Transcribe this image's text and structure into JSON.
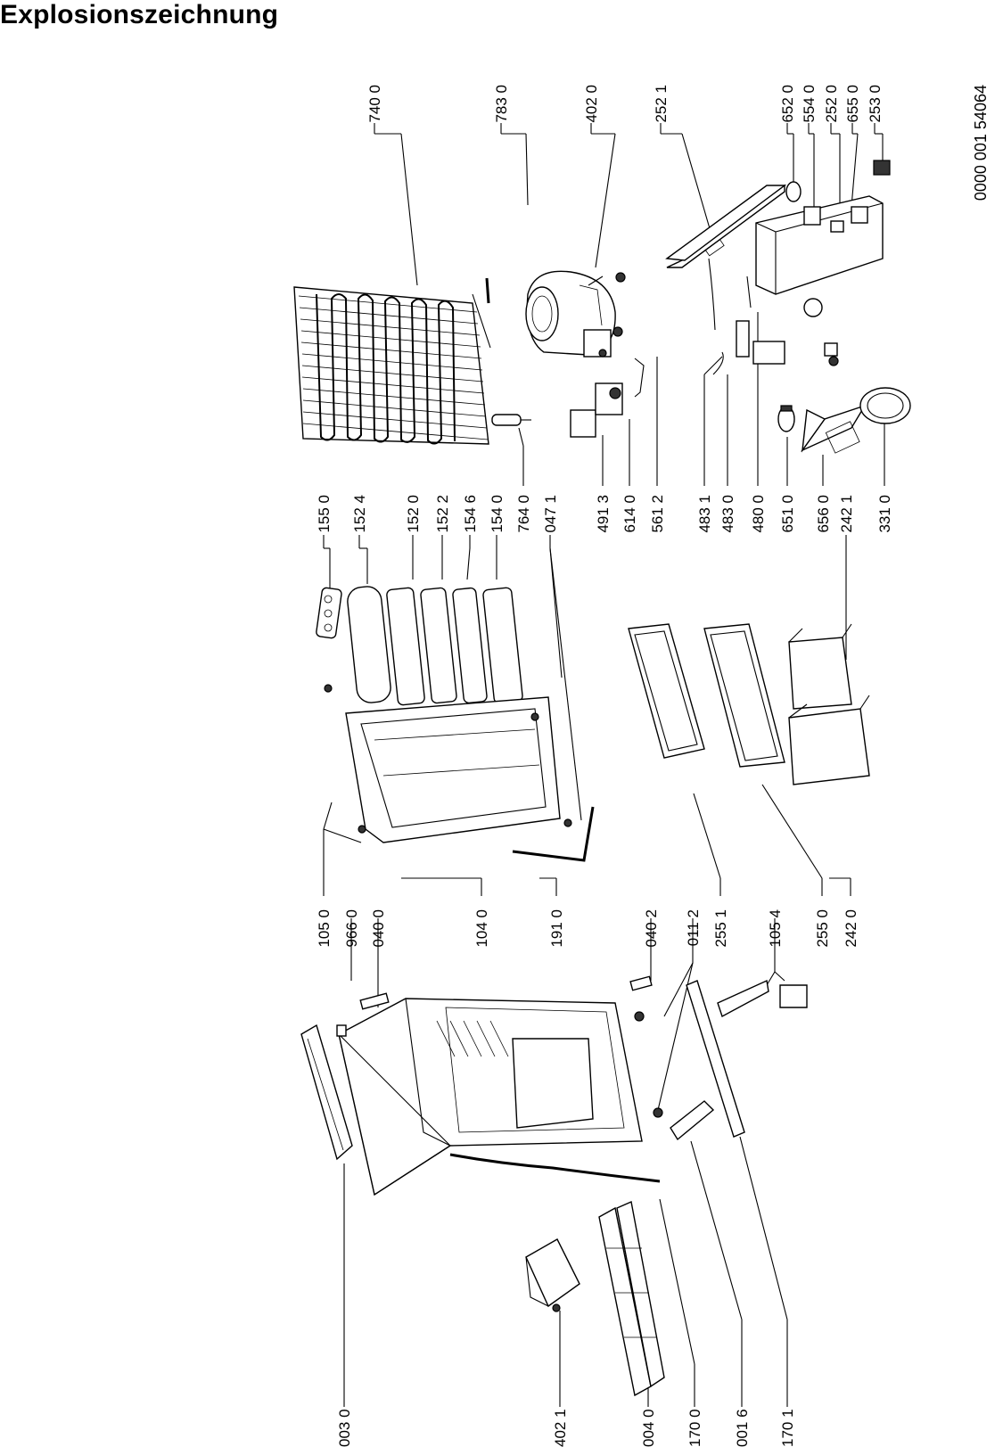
{
  "page": {
    "title": "Explosionszeichnung",
    "doc_number": "0000 001 54064"
  },
  "labels": {
    "l7400": "740 0",
    "l7830": "783 0",
    "l4020": "402 0",
    "l2521": "252 1",
    "l6520": "652 0",
    "l5540": "554 0",
    "l2520": "252 0",
    "l6550": "655 0",
    "l2530": "253 0",
    "l1550": "155 0",
    "l1524": "152 4",
    "l1520": "152 0",
    "l1522": "152 2",
    "l1546": "154 6",
    "l1540": "154 0",
    "l7640": "764 0",
    "l0471": "047 1",
    "l4913": "491 3",
    "l6140": "614 0",
    "l5612": "561 2",
    "l4831": "483 1",
    "l4830": "483 0",
    "l4800": "480 0",
    "l6510": "651 0",
    "l6560": "656 0",
    "l2421": "242 1",
    "l3310": "331 0",
    "l1050": "105 0",
    "l9660": "966 0",
    "l0400": "040 0",
    "l1040": "104 0",
    "l1910": "191 0",
    "l0402": "040 2",
    "l0112": "011 2",
    "l2551": "255 1",
    "l1054": "105 4",
    "l2550": "255 0",
    "l2420": "242 0",
    "l0030": "003 0",
    "l4021": "402 1",
    "l0040": "004 0",
    "l1700": "170 0",
    "l0016": "001 6",
    "l1701": "170 1"
  }
}
